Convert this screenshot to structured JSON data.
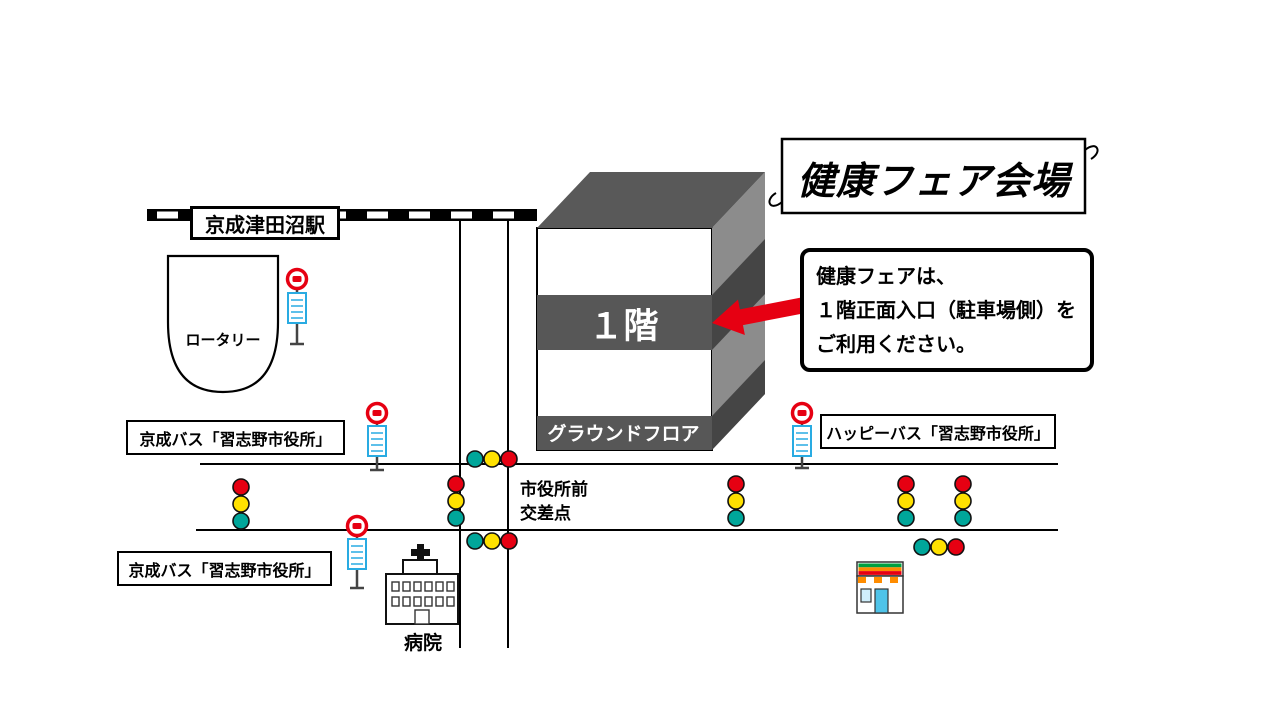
{
  "banner": {
    "title": "健康フェア会場"
  },
  "info_box": {
    "lines": [
      "健康フェアは、",
      "１階正面入口（駐車場側）を",
      "ご利用ください。"
    ]
  },
  "station": {
    "label": "京成津田沼駅"
  },
  "rotary": {
    "label": "ロータリー"
  },
  "venue_building": {
    "floor": "１階",
    "ground_floor": "グラウンドフロア"
  },
  "bus_stop_labels": {
    "keisei_upper": "京成バス「習志野市役所」",
    "keisei_lower": "京成バス「習志野市役所」",
    "happy_bus": "ハッピーバス「習志野市役所」"
  },
  "intersection": {
    "line1": "市役所前",
    "line2": "交差点"
  },
  "hospital": {
    "label": "病院"
  },
  "colors": {
    "signal_red": "#e60012",
    "signal_yellow": "#ffe100",
    "signal_green": "#00a69a",
    "building_top": "#595959",
    "building_side": "#8c8c8c",
    "building_band": "#575757",
    "building_band_side": "#454545",
    "bus_stop_blue": "#29abe2",
    "arrow_red": "#e60012"
  }
}
